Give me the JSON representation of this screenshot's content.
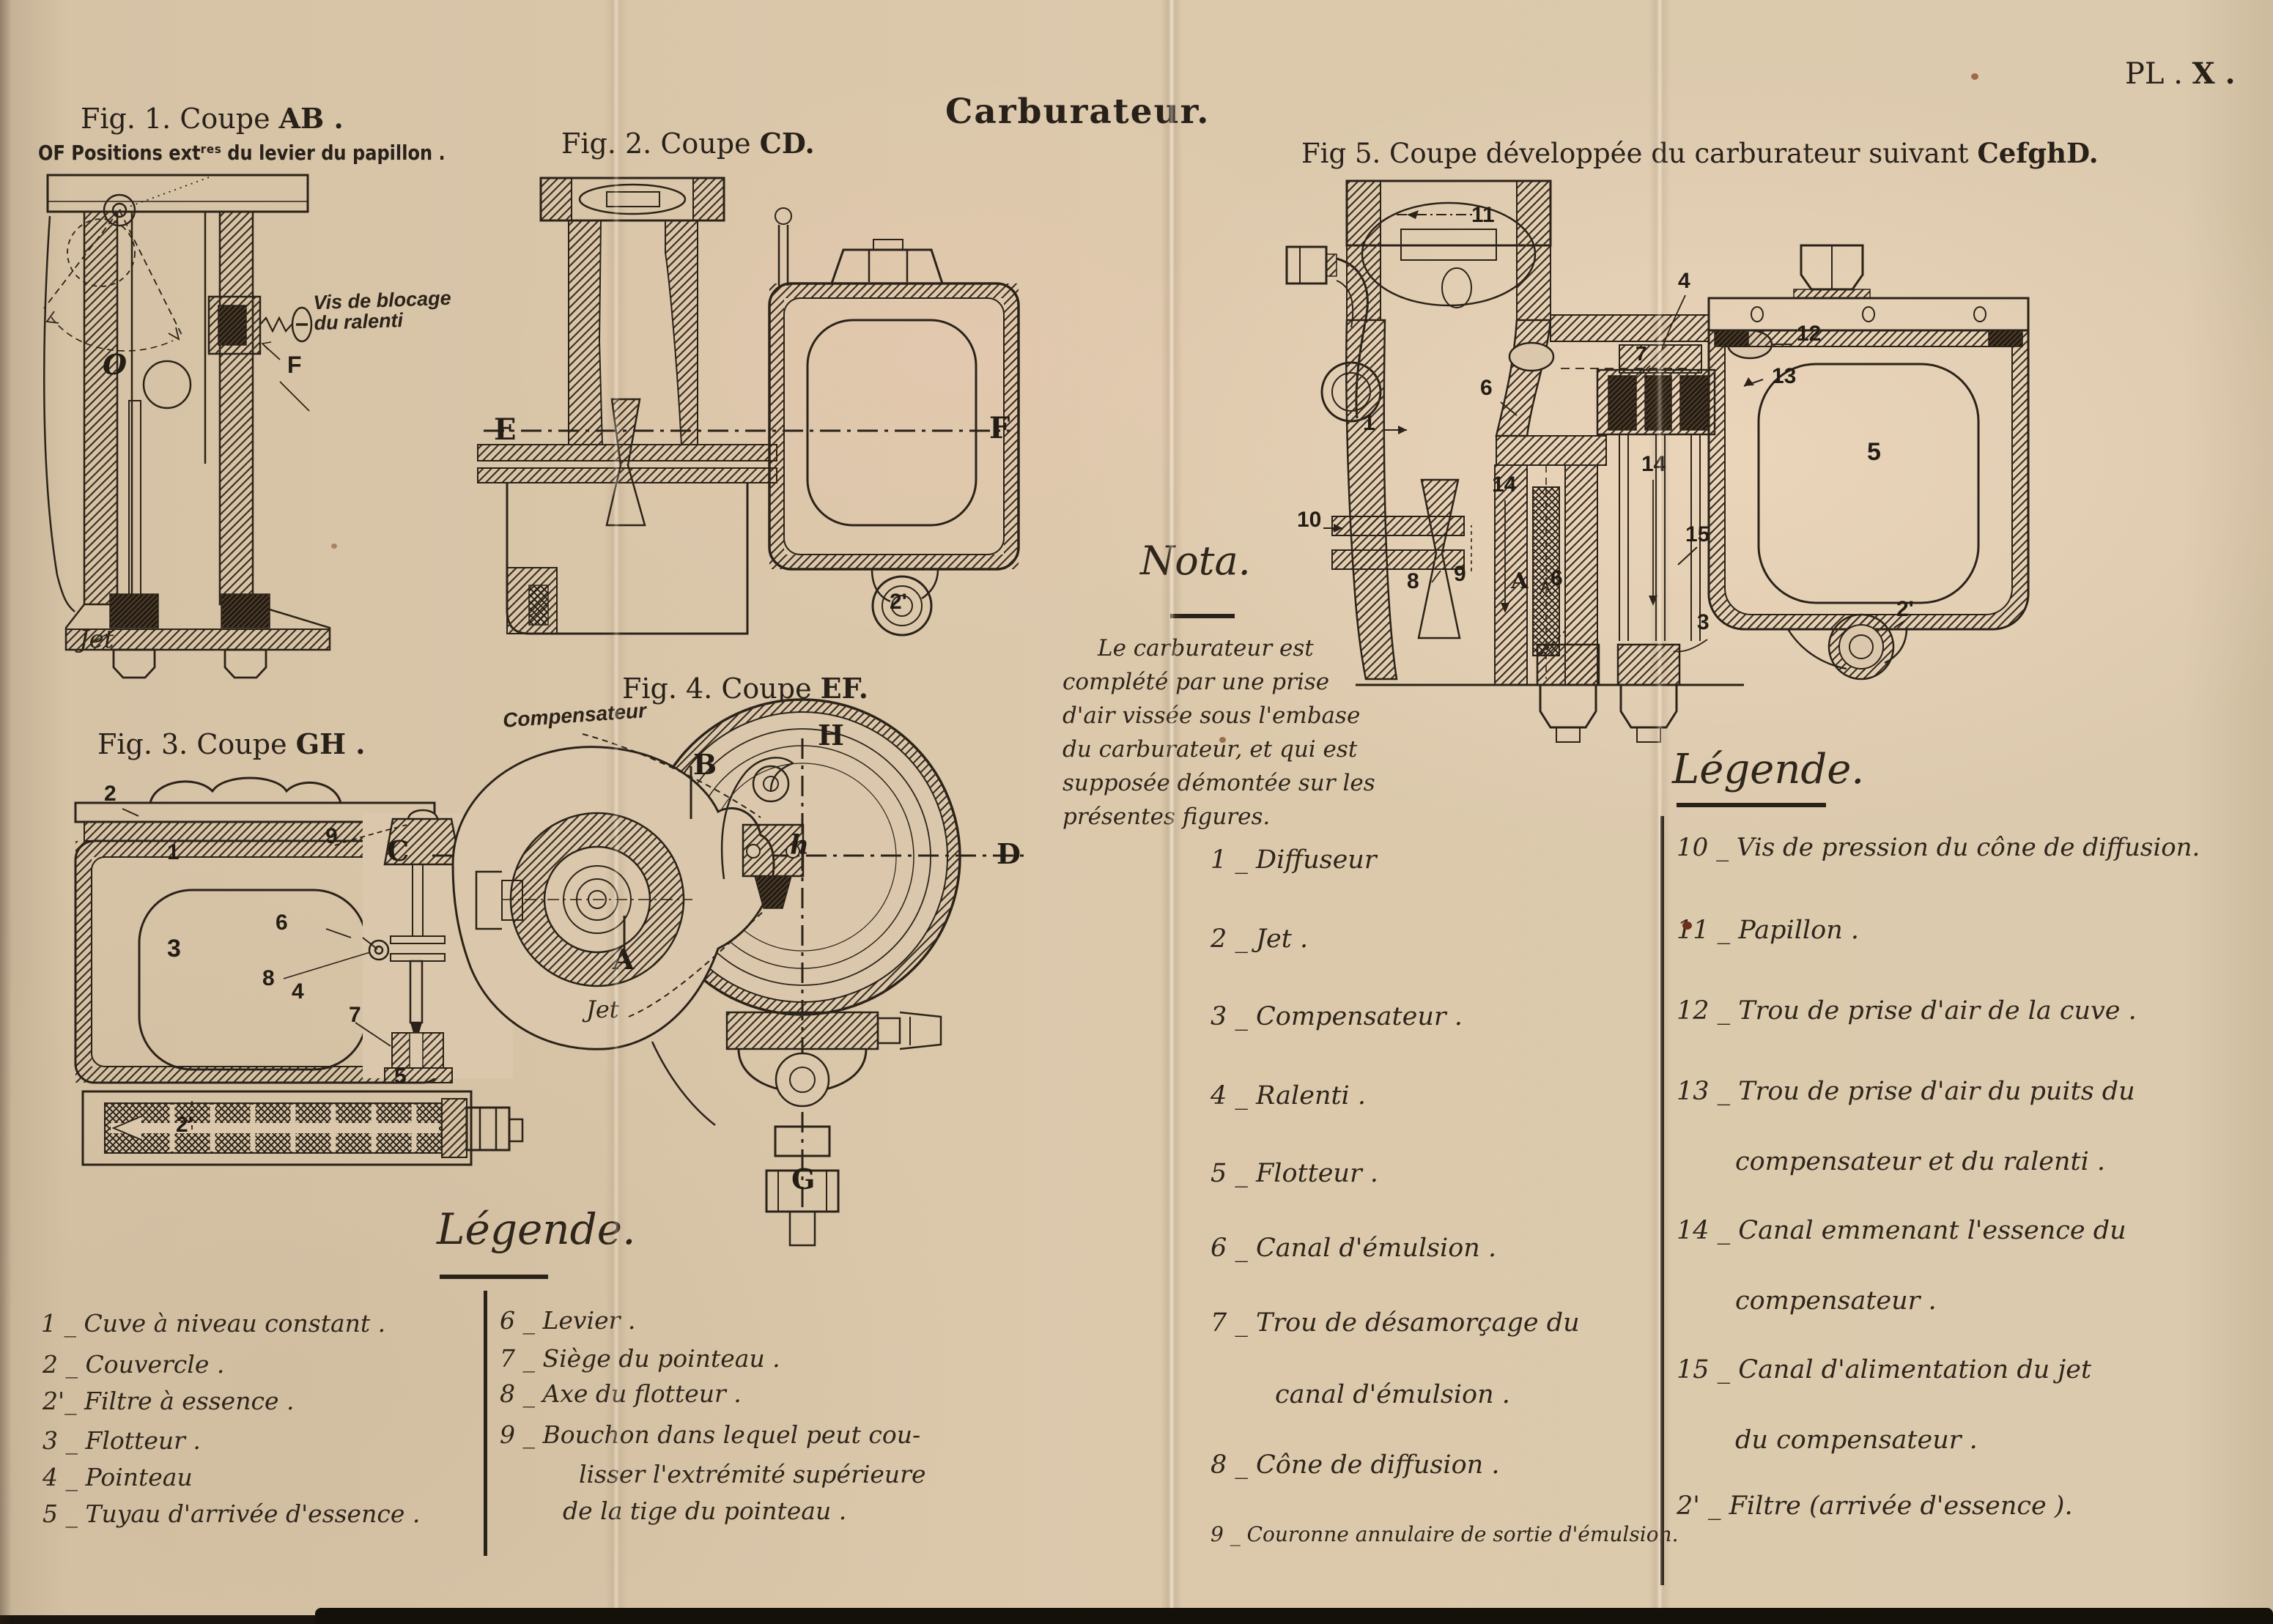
{
  "plate": {
    "number_prefix": "PL . ",
    "number_x": "X .",
    "title": "Carburateur."
  },
  "fig1": {
    "title_prefix": "Fig. 1. Coupe ",
    "title_letters": "AB .",
    "subtitle": "OF Positions extʳᵉˢ du levier du papillon .",
    "note1": "Vis de blocage",
    "note2": "du ralenti",
    "o": "O",
    "f": "F",
    "jet": "Jet"
  },
  "fig2": {
    "title_prefix": "Fig. 2. Coupe ",
    "title_letters": "CD.",
    "e": "E",
    "f": "F",
    "filter": "2'"
  },
  "fig3": {
    "title_prefix": "Fig. 3. Coupe ",
    "title_letters": "GH .",
    "n1": "1",
    "n2": "2",
    "n3": "3",
    "n4": "4",
    "n5": "5",
    "n6": "6",
    "n7": "7",
    "n8": "8",
    "n9": "9",
    "n2p": "2'"
  },
  "fig4": {
    "title_prefix": "Fig. 4. Coupe ",
    "title_letters": "EF.",
    "annotation": "Compensateur",
    "jet": "Jet",
    "b": "B",
    "h_up": "H",
    "c": "C",
    "d": "D",
    "h_low": "h",
    "a": "A",
    "g": "G"
  },
  "fig5": {
    "title_prefix": "Fig 5. Coupe développée du carburateur suivant ",
    "title_letters": "CefghD.",
    "n1": "1",
    "n2": "2",
    "n3": "3",
    "n4": "4",
    "n5": "5",
    "n6": "6",
    "n6b": "6",
    "n7": "7",
    "n8": "8",
    "n9": "9",
    "n10": "10",
    "n11": "11",
    "n12": "12",
    "n13": "13",
    "n14a": "14",
    "n14b": "14",
    "n15": "15",
    "n2p": "2'",
    "a": "A"
  },
  "nota": {
    "title": "Nota.",
    "lines": [
      "Le carburateur est",
      "complété par une prise",
      "d'air vissée sous l'embase",
      "du carburateur, et qui est",
      "supposée démontée sur les",
      "présentes figures."
    ]
  },
  "legend_left": {
    "items": [
      "1 _ Cuve à niveau constant .",
      "2 _ Couvercle .",
      "2'_ Filtre à essence .",
      "3 _ Flotteur .",
      "4 _ Pointeau",
      "5 _ Tuyau d'arrivée d'essence ."
    ]
  },
  "legend_mid": {
    "title": "Légende.",
    "items": [
      "6 _ Levier .",
      "7 _ Siège du pointeau .",
      "8 _ Axe du flotteur .",
      "9 _ Bouchon dans lequel peut cou-",
      "lisser l'extrémité supérieure",
      "de la tige du pointeau ."
    ]
  },
  "legend_right": {
    "title": "Légende.",
    "col1": [
      "1 _ Diffuseur",
      "2 _ Jet .",
      "3 _ Compensateur .",
      "4 _ Ralenti .",
      "5 _ Flotteur .",
      "6 _ Canal d'émulsion .",
      "7 _ Trou de désamorçage du",
      "canal d'émulsion .",
      "8 _ Cône de diffusion .",
      "9 _ Couronne annulaire de sortie d'émulsion."
    ],
    "col2": [
      "10 _ Vis de pression du cône de diffusion.",
      "11 _ Papillon .",
      "12 _ Trou de prise d'air de la cuve .",
      "13 _ Trou de prise d'air du puits du",
      "compensateur et du ralenti .",
      "14 _ Canal emmenant l'essence du",
      "compensateur .",
      "15 _ Canal d'alimentation du jet",
      "du compensateur .",
      "2' _ Filtre (arrivée d'essence )."
    ]
  }
}
